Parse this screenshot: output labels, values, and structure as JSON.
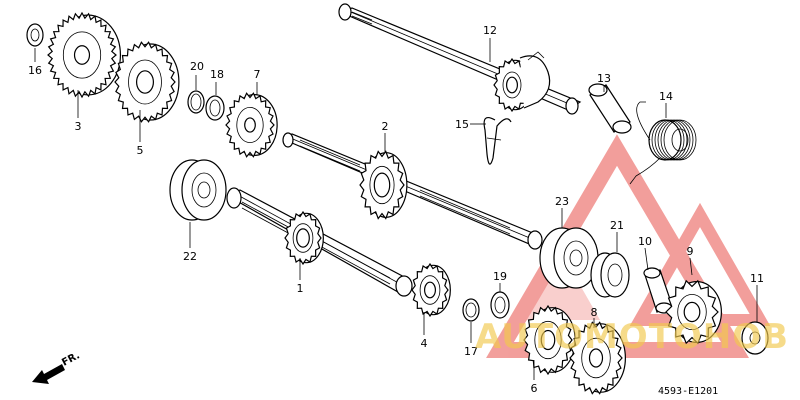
{
  "diagram": {
    "callouts": [
      {
        "id": "c1",
        "text": "1"
      },
      {
        "id": "c2",
        "text": "2"
      },
      {
        "id": "c3",
        "text": "3"
      },
      {
        "id": "c4",
        "text": "4"
      },
      {
        "id": "c5",
        "text": "5"
      },
      {
        "id": "c6",
        "text": "6"
      },
      {
        "id": "c7",
        "text": "7"
      },
      {
        "id": "c8",
        "text": "8"
      },
      {
        "id": "c9",
        "text": "9"
      },
      {
        "id": "c10",
        "text": "10"
      },
      {
        "id": "c11",
        "text": "11"
      },
      {
        "id": "c12",
        "text": "12"
      },
      {
        "id": "c13",
        "text": "13"
      },
      {
        "id": "c14",
        "text": "14"
      },
      {
        "id": "c15",
        "text": "15"
      },
      {
        "id": "c16",
        "text": "16"
      },
      {
        "id": "c17",
        "text": "17"
      },
      {
        "id": "c18",
        "text": "18"
      },
      {
        "id": "c19",
        "text": "19"
      },
      {
        "id": "c20",
        "text": "20"
      },
      {
        "id": "c21",
        "text": "21"
      },
      {
        "id": "c22",
        "text": "22"
      },
      {
        "id": "c23",
        "text": "23"
      }
    ],
    "direction_label": "FR.",
    "diagram_code": "4593-E1201",
    "watermark_text": "AUTOMOTOHOB",
    "colors": {
      "line": "#000000",
      "watermark_red": "#e8504a",
      "watermark_yellow": "#f2c94c"
    }
  }
}
